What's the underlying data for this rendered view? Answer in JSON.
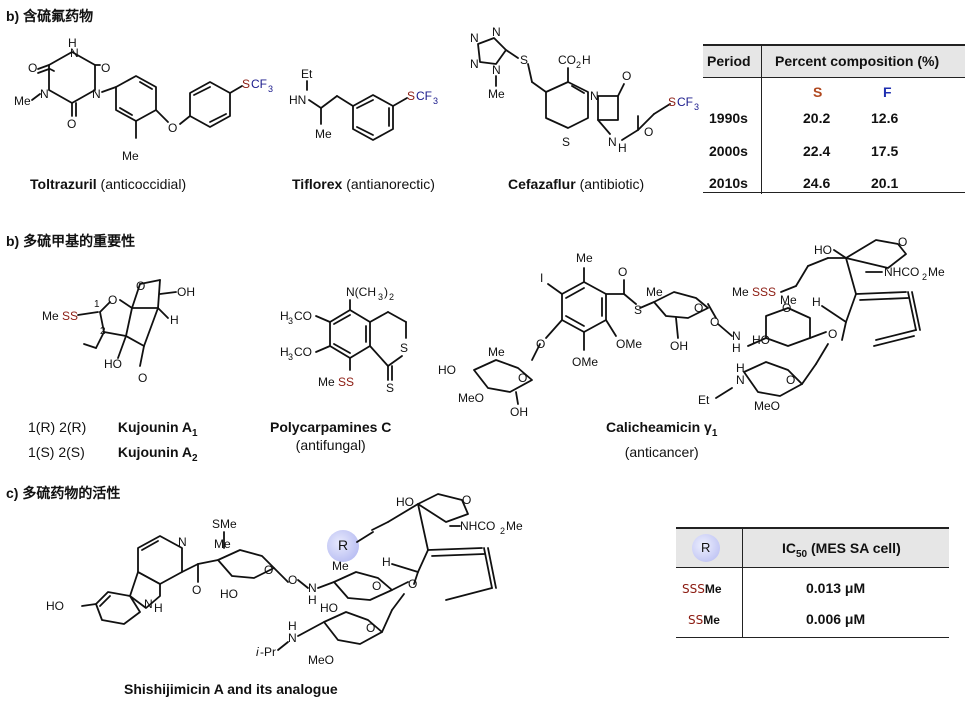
{
  "section_a": {
    "heading": "b)  含硫氟药物",
    "drugs": [
      {
        "name": "Toltrazuril",
        "activity": "(anticoccidial)"
      },
      {
        "name": "Tiflorex",
        "activity": "(antianorectic)"
      },
      {
        "name": "Cefazaflur",
        "activity": "(antibiotic)"
      }
    ],
    "table": {
      "col1_header": "Period",
      "col2_header": "Percent composition (%)",
      "s_label": "S",
      "f_label": "F",
      "rows": [
        {
          "period": "1990s",
          "s": "20.2",
          "f": "12.6"
        },
        {
          "period": "2000s",
          "s": "22.4",
          "f": "17.5"
        },
        {
          "period": "2010s",
          "s": "24.6",
          "f": "20.1"
        }
      ]
    }
  },
  "section_b": {
    "heading": "b)  多硫甲基的重要性",
    "kujounin": {
      "line1_config": "1(R) 2(R)",
      "line1_name": "Kujounin A",
      "line1_sub": "1",
      "line2_config": "1(S) 2(S)",
      "line2_name": "Kujounin A",
      "line2_sub": "2"
    },
    "polycarpamine": {
      "name": "Polycarpamines C",
      "activity": "(antifungal)"
    },
    "calicheamicin": {
      "name": "Calicheamicin γ",
      "sub": "1",
      "activity": "(anticancer)"
    }
  },
  "section_c": {
    "heading": "c)  多硫药物的活性",
    "compound": "Shishijimicin A and its analogue",
    "ic_table": {
      "r_label": "R",
      "header": "IC",
      "header_sub": "50",
      "header_rest": " (MES SA cell)",
      "rows": [
        {
          "group_ss": "SSS",
          "group_rest": "Me",
          "value": "0.013 μM"
        },
        {
          "group_ss": "SS",
          "group_rest": "Me",
          "value": "0.006 μM"
        }
      ]
    }
  },
  "colors": {
    "sulfur": "#8b1a10",
    "sulfur_header": "#b0481f",
    "fluorine": "#1f2fb0",
    "r_circle": "#c9cdf5"
  }
}
